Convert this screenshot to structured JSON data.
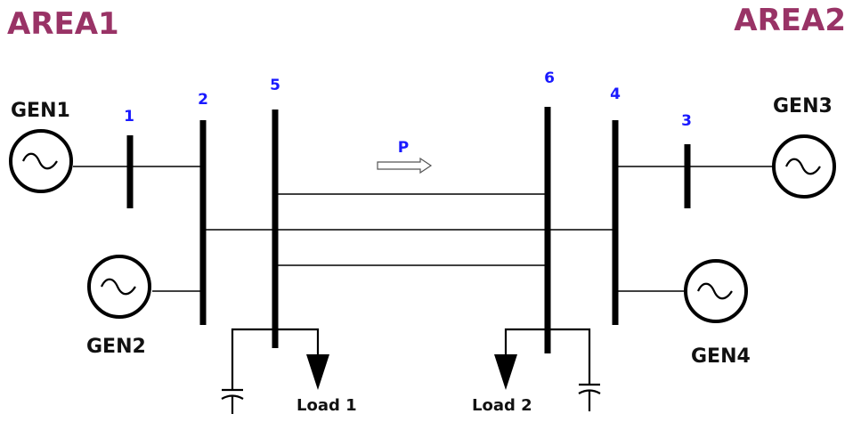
{
  "areas": {
    "left": "AREA1",
    "right": "AREA2"
  },
  "generators": {
    "gen1": "GEN1",
    "gen2": "GEN2",
    "gen3": "GEN3",
    "gen4": "GEN4"
  },
  "buses": {
    "b1": "1",
    "b2": "2",
    "b3": "3",
    "b4": "4",
    "b5": "5",
    "b6": "6"
  },
  "flow": {
    "label": "P"
  },
  "loads": {
    "load1": "Load 1",
    "load2": "Load 2"
  },
  "colors": {
    "area": "#993366",
    "bus_number": "#1a1aff",
    "line": "#000000"
  },
  "icons": {
    "generator": "sine-wave-circle-icon",
    "load": "down-arrow-icon",
    "capacitor": "capacitor-icon",
    "flow": "hollow-right-arrow-icon"
  }
}
